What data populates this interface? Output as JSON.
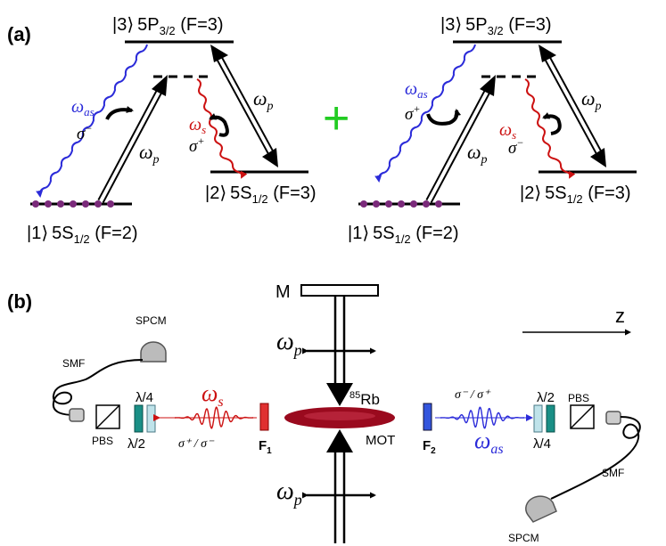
{
  "panel_a": {
    "label": "(a)",
    "left": {
      "ket3": "|3⟩",
      "ket3_text": "5P",
      "ket3_sub": "3/2",
      "ket3_tail": " (F=3)",
      "ket2": "|2⟩",
      "ket2_text": "5S",
      "ket2_sub": "1/2",
      "ket2_tail": " (F=3)",
      "ket1": "|1⟩",
      "ket1_text": "5S",
      "ket1_sub": "1/2",
      "ket1_tail": " (F=2)",
      "omega_as": "ω",
      "omega_as_sub": "as",
      "omega_s": "ω",
      "omega_s_sub": "s",
      "omega_p": "ω",
      "omega_p_sub": "p",
      "sigma_left": "σ",
      "sigma_left_sup": "−",
      "sigma_right": "σ",
      "sigma_right_sup": "+"
    },
    "plus": "+",
    "right": {
      "ket3": "|3⟩",
      "ket3_text": "5P",
      "ket3_sub": "3/2",
      "ket3_tail": " (F=3)",
      "ket2": "|2⟩",
      "ket2_text": "5S",
      "ket2_sub": "1/2",
      "ket2_tail": " (F=3)",
      "ket1": "|1⟩",
      "ket1_text": "5S",
      "ket1_sub": "1/2",
      "ket1_tail": " (F=2)",
      "omega_as": "ω",
      "omega_as_sub": "as",
      "omega_s": "ω",
      "omega_s_sub": "s",
      "omega_p": "ω",
      "omega_p_sub": "p",
      "sigma_left": "σ",
      "sigma_left_sup": "+",
      "sigma_right": "σ",
      "sigma_right_sup": "−"
    }
  },
  "panel_b": {
    "label": "(b)",
    "mirror": "M",
    "omega_p_top": "ω",
    "omega_p_top_sub": "p",
    "omega_p_bottom": "ω",
    "omega_p_bottom_sub": "p",
    "z_axis": "z",
    "rb_sup": "85",
    "rb": "Rb",
    "mot": "MOT",
    "left": {
      "spcm": "SPCM",
      "smf": "SMF",
      "pbs": "PBS",
      "lambda4": "λ/4",
      "lambda2": "λ/2",
      "omega_s": "ω",
      "omega_s_sub": "s",
      "sigma_pol": "σ⁺ / σ⁻",
      "filter": "F",
      "filter_sub": "1"
    },
    "right": {
      "spcm": "SPCM",
      "smf": "SMF",
      "pbs": "PBS",
      "lambda2": "λ/2",
      "lambda4": "λ/4",
      "omega_as": "ω",
      "omega_as_sub": "as",
      "sigma_pol": "σ⁻ / σ⁺",
      "filter": "F",
      "filter_sub": "2"
    }
  },
  "colors": {
    "anti_stokes": "#2b2bd9",
    "stokes": "#cc1111",
    "plus": "#22cc22",
    "atoms": "#7a2a7a",
    "mot": "#9a0a1e",
    "waveplate_dark": "#1a8f86",
    "waveplate_light": "#bfe3ea"
  }
}
